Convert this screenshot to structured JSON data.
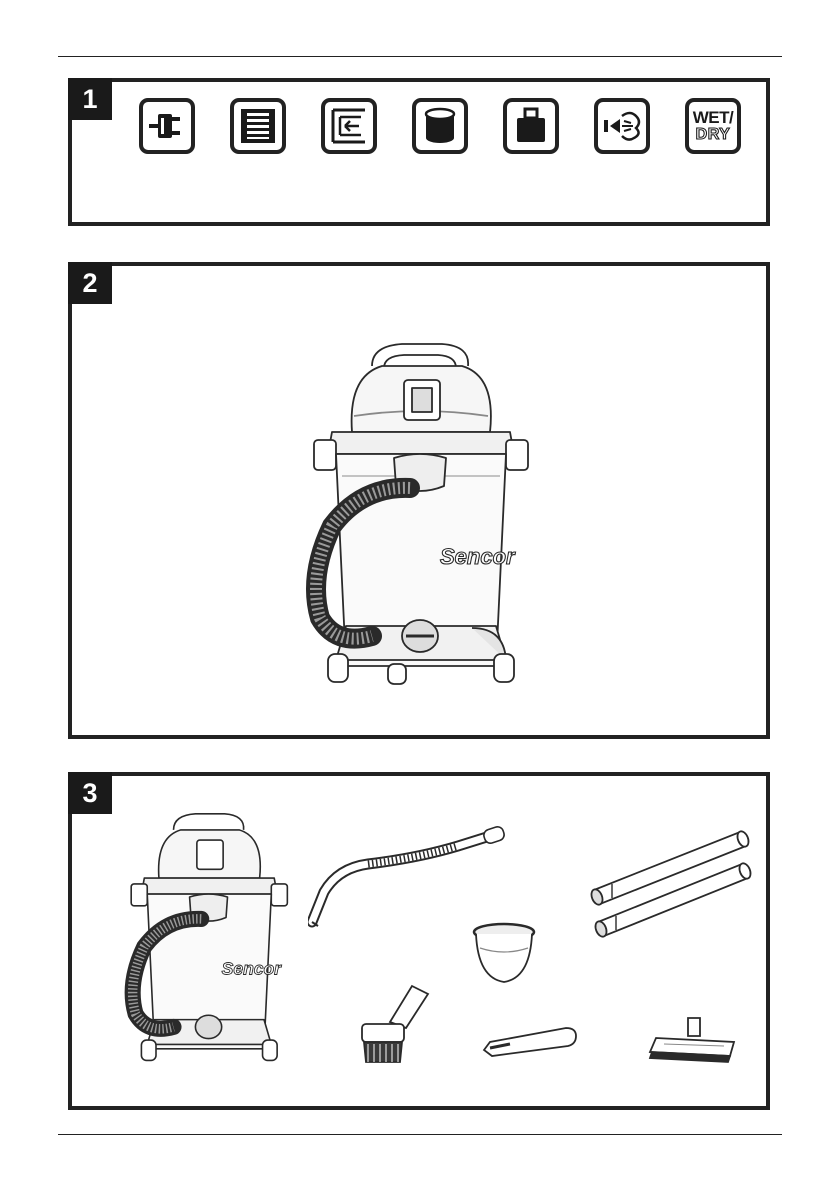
{
  "panels": [
    {
      "number": "1"
    },
    {
      "number": "2"
    },
    {
      "number": "3"
    }
  ],
  "feature_icons": [
    {
      "name": "plug-icon"
    },
    {
      "name": "filter-icon"
    },
    {
      "name": "blow-function-icon"
    },
    {
      "name": "tank-icon"
    },
    {
      "name": "weight-icon"
    },
    {
      "name": "spray-icon"
    },
    {
      "name": "wet-dry-icon",
      "line1": "WET/",
      "line2": "DRY"
    }
  ],
  "product": {
    "brand_logo": "Sencor"
  },
  "accessories": [
    {
      "name": "vacuum-cleaner-unit"
    },
    {
      "name": "suction-hose"
    },
    {
      "name": "extension-tubes"
    },
    {
      "name": "filter-basket"
    },
    {
      "name": "round-brush"
    },
    {
      "name": "crevice-nozzle"
    },
    {
      "name": "floor-nozzle"
    }
  ]
}
